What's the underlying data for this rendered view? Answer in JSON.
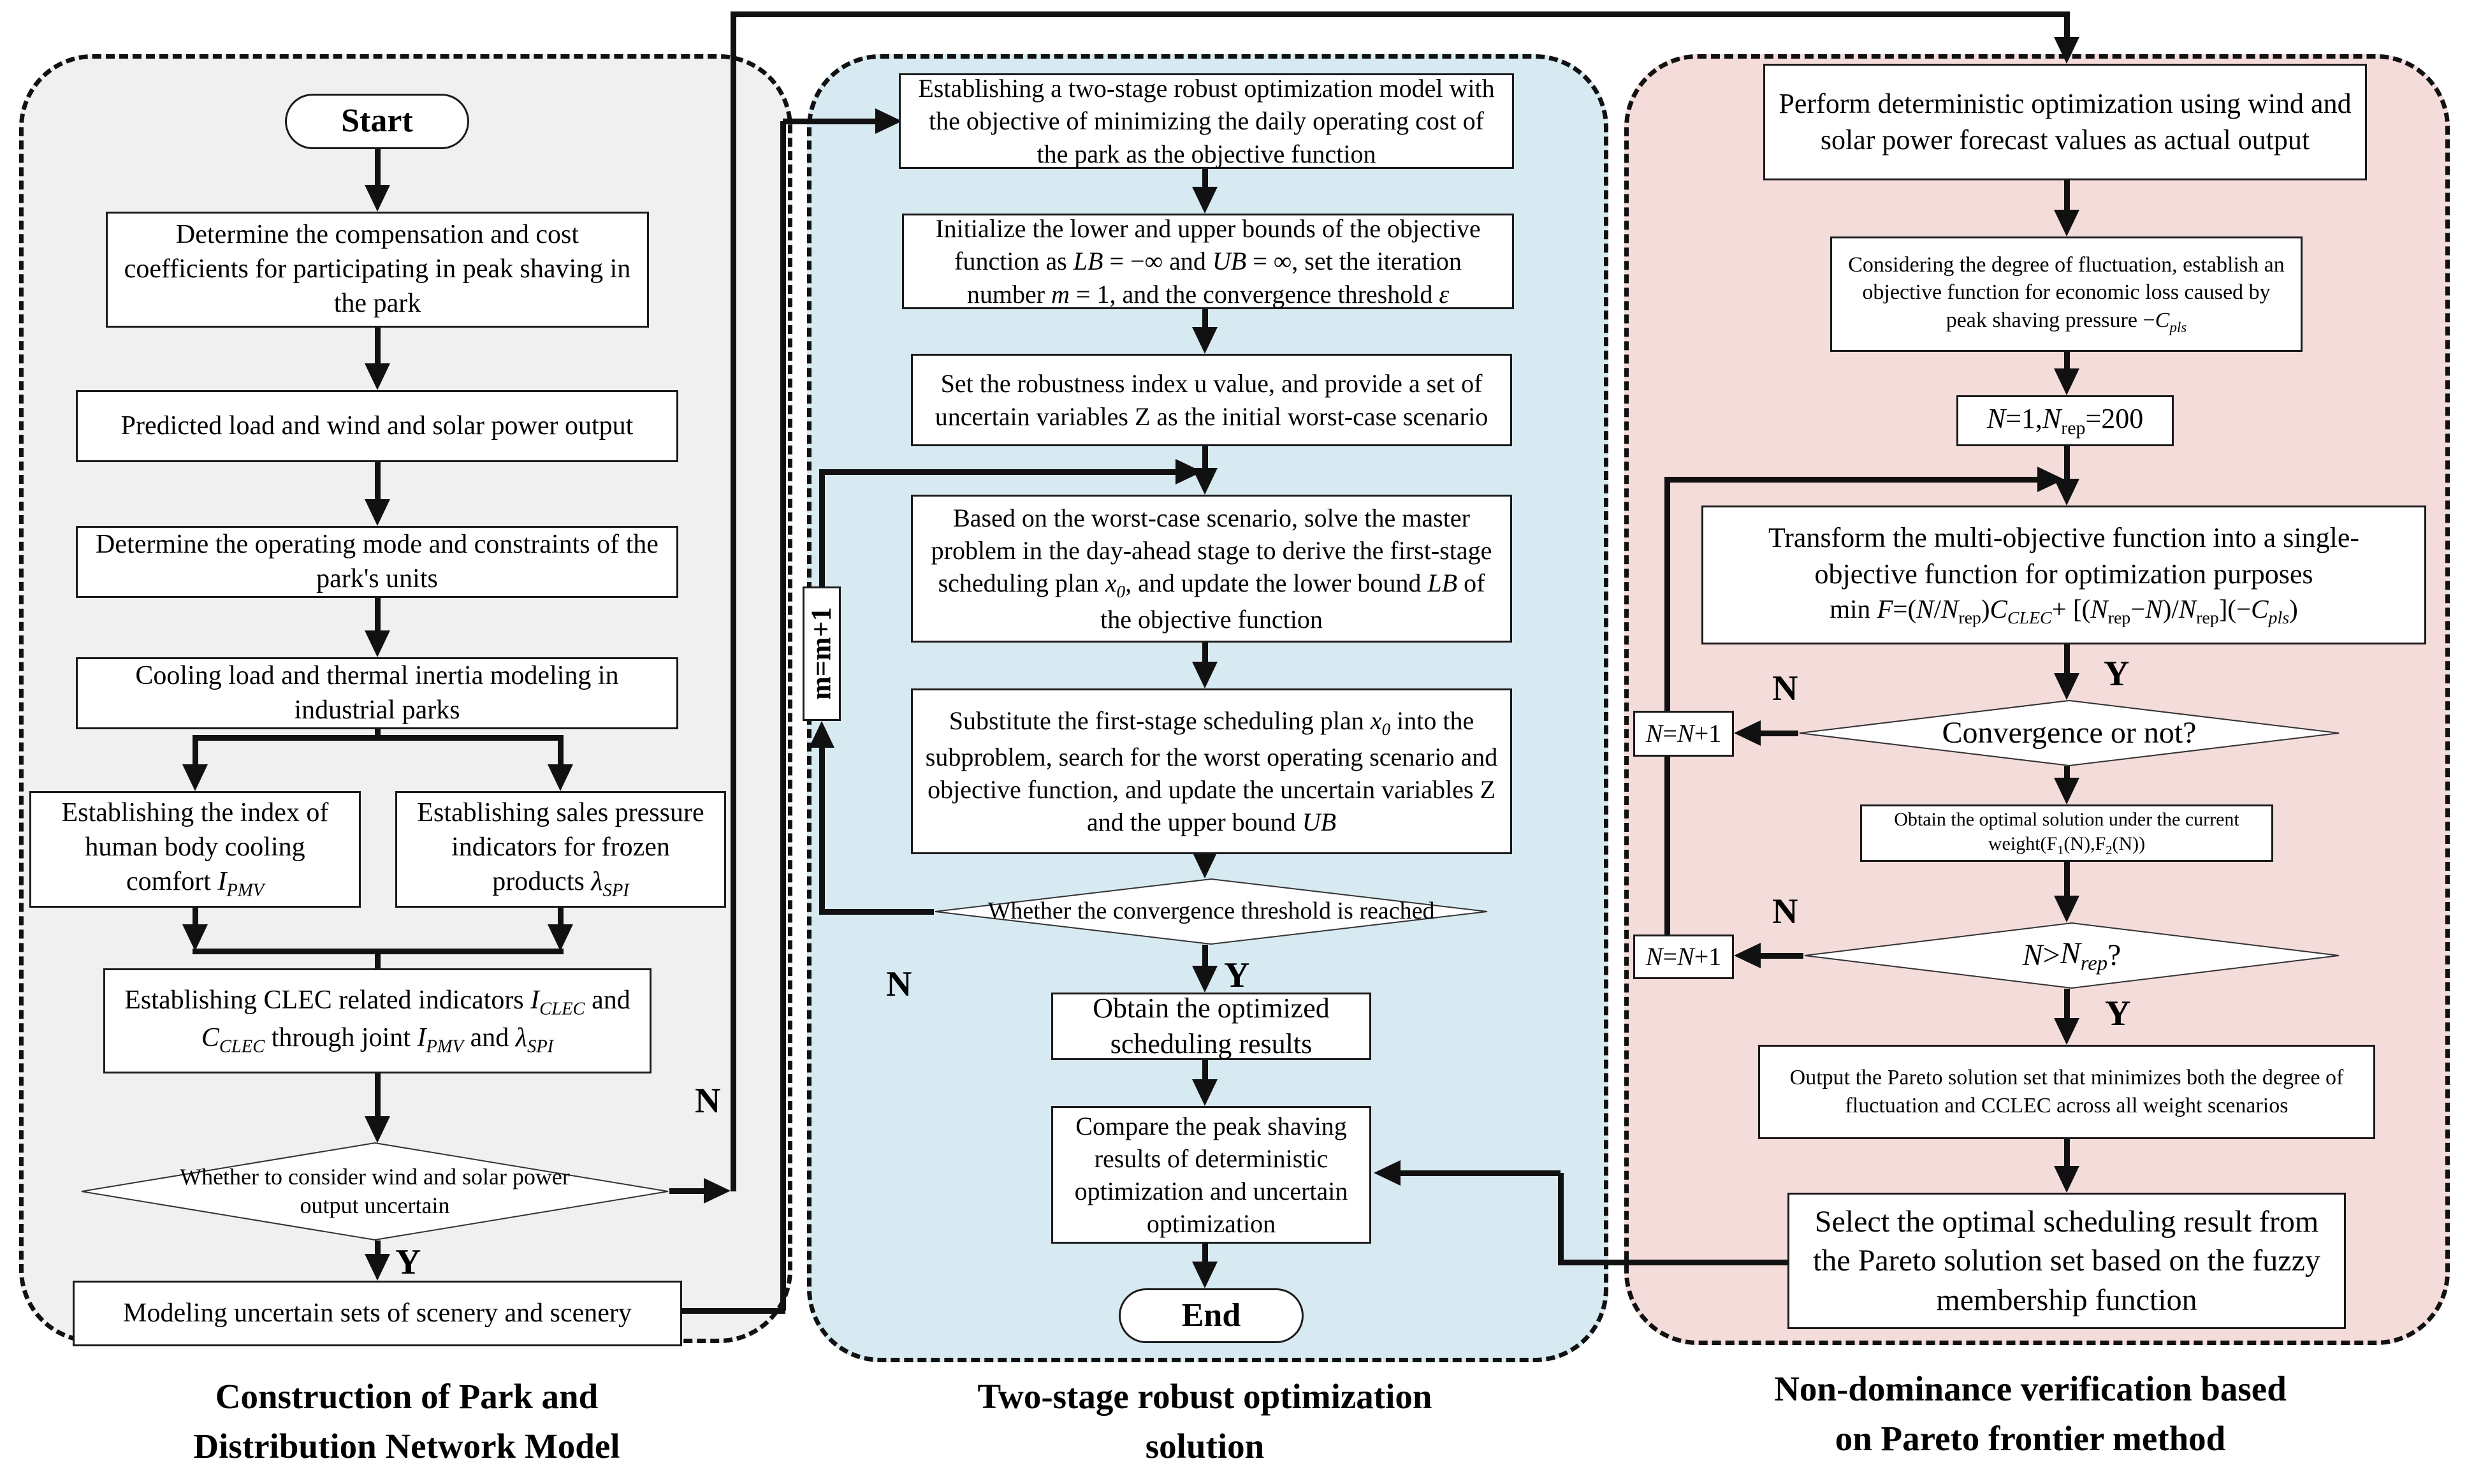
{
  "panels": {
    "left": {
      "title": [
        "Construction of Park and",
        "Distribution Network Model"
      ],
      "bg": "#f0f0f0"
    },
    "middle": {
      "title": [
        "Two-stage robust optimization",
        "solution"
      ],
      "bg": "#d7e9f1"
    },
    "right": {
      "title": [
        "Non-dominance verification based",
        "on Pareto frontier method"
      ],
      "bg": "#f4dcda"
    }
  },
  "colors": {
    "line": "#111111",
    "box_border": "#1a1a1a",
    "box_fill": "#ffffff"
  },
  "labels": {
    "yes": "Y",
    "no": "N",
    "loop_counter": "m=m+1"
  },
  "nodes": {
    "start": "Start",
    "end": "End",
    "l1": "Determine the compensation and cost coefficients for participating in peak shaving in the park",
    "l2": "Predicted load and wind and solar power output",
    "l3": "Determine the operating mode and constraints of the park's units",
    "l4": "Cooling load and thermal inertia modeling in industrial parks",
    "l5a_html": "Establishing the index of human body cooling comfort <i>I<sub>PMV</sub></i>",
    "l5b_html": "Establishing sales pressure indicators for frozen products <i>λ<sub>SPI</sub></i>",
    "l6_html": "Establishing CLEC related indicators <i>I<sub>CLEC</sub></i> and <i>C<sub>CLEC</sub></i> through joint <i>I<sub>PMV</sub></i> and <i>λ<sub>SPI</sub></i>",
    "l_diamond": "Whether to consider wind and solar power output uncertain",
    "l7": "Modeling uncertain sets of scenery and scenery",
    "m1": "Establishing a two-stage robust optimization model with the objective of minimizing the daily operating cost of the park as the objective function",
    "m2_html": "Initialize the lower and upper bounds of the objective function as <i>LB</i> = −∞ and <i>UB</i> = ∞, set the iteration number <i>m</i> = 1, and the convergence threshold <i>ε</i>",
    "m3": "Set the robustness index u value, and provide a set of uncertain variables Z as the initial worst-case scenario",
    "m4_html": "Based on the worst-case scenario, solve the master problem in the day-ahead stage to derive the first-stage scheduling plan <i>x<sub>0</sub></i>, and update the lower bound <i>LB</i> of the objective function",
    "m5_html": "Substitute the first-stage scheduling plan <i>x<sub>0</sub></i> into the subproblem, search for the worst operating scenario and objective function, and update the uncertain variables Z and the upper bound <i>UB</i>",
    "m_diamond": "Whether the convergence threshold is reached",
    "m6": "Obtain the optimized scheduling results",
    "m7": "Compare the peak shaving results of deterministic optimization and uncertain optimization",
    "r1": "Perform deterministic optimization using wind and solar power forecast values as actual output",
    "r2_html": "Considering the degree of fluctuation, establish an objective function for economic loss caused by peak shaving pressure −<i>C<sub>pls</sub></i>",
    "r3_html": "<i>N</i>=1,<i>N</i><sub>rep</sub>=200",
    "r4_line1": "Transform the multi-objective function into a single-",
    "r4_line2": "objective function for optimization purposes",
    "r4_line3_html": "min <i>F</i>=(<i>N</i>/<i>N</i><sub>rep</sub>)<i>C<sub>CLEC</sub></i>+ [(<i>N</i><sub>rep</sub>−<i>N</i>)/<i>N</i><sub>rep</sub>](−<i>C<sub>pls</sub></i>)",
    "conv_diamond": "Convergence or not?",
    "nn_html": "<i>N</i>=<i>N</i>+1",
    "r5_html": "Obtain the optimal solution under the current weight(F<sub>1</sub>(N),F<sub>2</sub>(N))",
    "n_diamond_html": "<i>N</i>&gt;<i>N<sub>rep</sub></i>?",
    "r6": "Output the Pareto solution set that minimizes both the degree of fluctuation and CCLEC across all weight scenarios",
    "r7": "Select the optimal scheduling result from the Pareto solution set based on the fuzzy membership function"
  }
}
